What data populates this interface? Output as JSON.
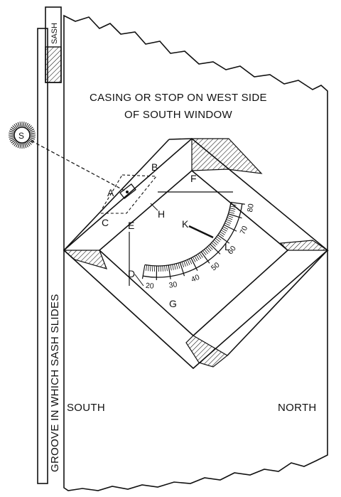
{
  "caption": {
    "line1": "CASING OR STOP ON WEST SIDE",
    "line2": "OF SOUTH WINDOW"
  },
  "sash_label": "SASH",
  "groove_label": "GROOVE IN WHICH SASH SLIDES",
  "south_label": "SOUTH",
  "north_label": "NORTH",
  "sun_label": "S",
  "points": {
    "A": "A",
    "B": "B",
    "C": "C",
    "D": "D",
    "E": "E",
    "F": "F",
    "G": "G",
    "H": "H",
    "K": "K",
    "L": "L"
  },
  "scale_ticks": [
    "20",
    "30",
    "40",
    "50",
    "60",
    "70",
    "80"
  ]
}
